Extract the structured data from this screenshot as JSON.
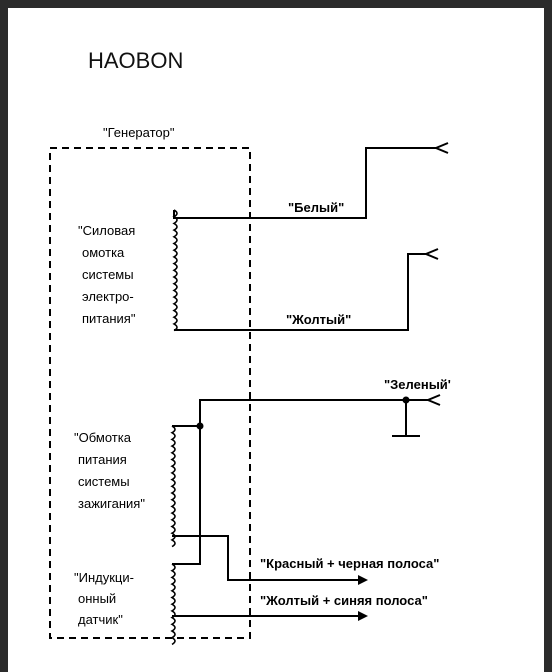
{
  "brand": "HAOBON",
  "generator_label": "\"Генератор\"",
  "coils": {
    "power": [
      "\"Силовая",
      "омотка",
      "системы",
      "электро-",
      "питания\""
    ],
    "ignition": [
      "\"Обмотка",
      "питания",
      "системы",
      "зажигания\""
    ],
    "inductive": [
      "\"Индукци-",
      "онный",
      "датчик\""
    ]
  },
  "wires": {
    "white": "\"Белый\"",
    "yellow": "\"Жолтый\"",
    "green": "\"Зеленый'",
    "red_black": "\"Красный + черная полоса\"",
    "yellow_blue": "\"Жолтый + синяя полоса\""
  }
}
